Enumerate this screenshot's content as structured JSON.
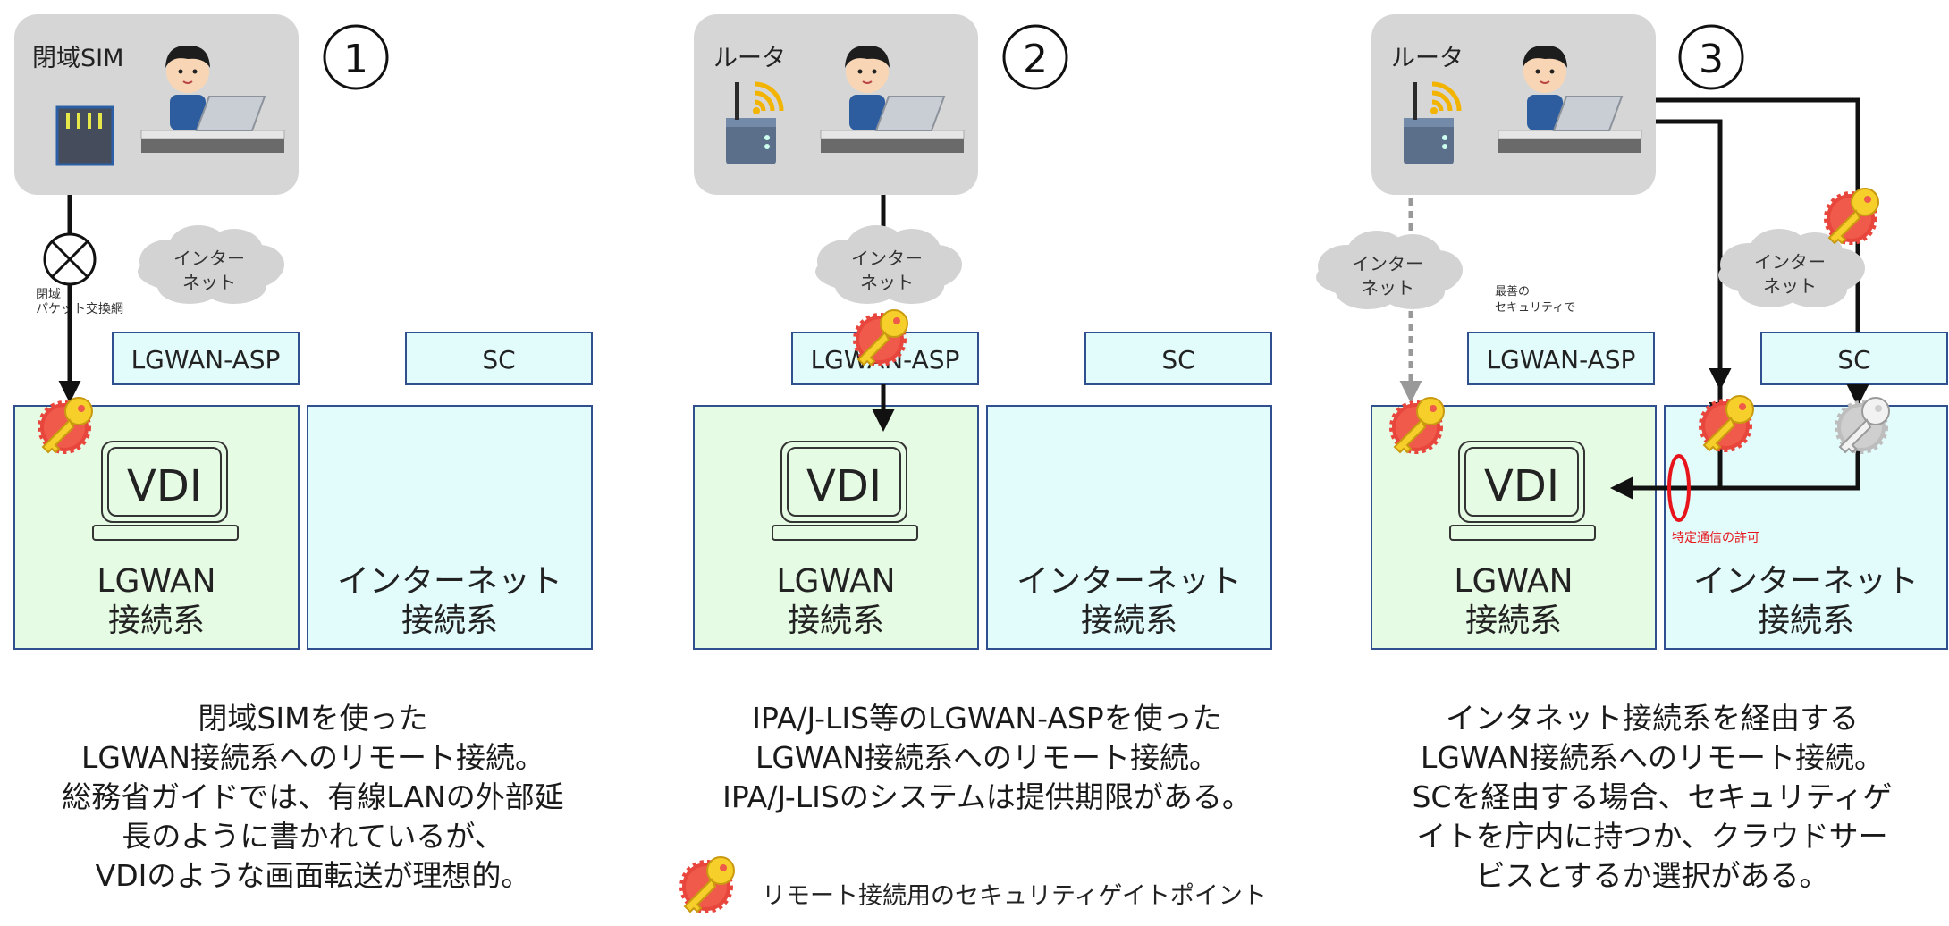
{
  "panel1": {
    "number": "①",
    "terminal_label": "閉域SIM",
    "closed_network_label": [
      "閉域",
      "パケット交換網"
    ],
    "internet": [
      "インター",
      "ネット"
    ],
    "asp": "LGWAN-ASP",
    "sc": "SC",
    "vdi": "VDI",
    "lgwan_zone": [
      "LGWAN",
      "接続系"
    ],
    "internet_zone": [
      "インターネット",
      "接続系"
    ],
    "caption": [
      "閉域SIMを使った",
      "LGWAN接続系へのリモート接続。",
      "総務省ガイドでは、有線LANの外部延",
      "長のように書かれているが、",
      "VDIのような画面転送が理想的。"
    ]
  },
  "panel2": {
    "number": "②",
    "terminal_label": "ルータ",
    "internet": [
      "インター",
      "ネット"
    ],
    "asp": "LGWAN-ASP",
    "sc": "SC",
    "vdi": "VDI",
    "lgwan_zone": [
      "LGWAN",
      "接続系"
    ],
    "internet_zone": [
      "インターネット",
      "接続系"
    ],
    "caption": [
      "IPA/J-LIS等のLGWAN-ASPを使った",
      "LGWAN接続系へのリモート接続。",
      "IPA/J-LISのシステムは提供期限がある。"
    ]
  },
  "panel3": {
    "number": "③",
    "terminal_label": "ルータ",
    "internet_left": [
      "インター",
      "ネット"
    ],
    "best_security_note": [
      "最善の",
      "セキュリティで"
    ],
    "internet_right": [
      "インター",
      "ネット"
    ],
    "asp": "LGWAN-ASP",
    "sc": "SC",
    "vdi": "VDI",
    "permit_label": "特定通信の許可",
    "lgwan_zone": [
      "LGWAN",
      "接続系"
    ],
    "internet_zone": [
      "インターネット",
      "接続系"
    ],
    "caption": [
      "インタネット接続系を経由する",
      "LGWAN接続系へのリモート接続。",
      "SCを経由する場合、セキュリティゲ",
      "イトを庁内に持つか、クラウドサー",
      "ビスとするか選択がある。"
    ]
  },
  "legend": {
    "label": "リモート接続用のセキュリティゲイトポイント",
    "icon": "security-gate-key-icon"
  },
  "colors": {
    "lgwan_fill": "#e6fbe3",
    "internet_fill": "#e2fcfc",
    "box_stroke": "#2f4f8f",
    "terminal_bg": "#d6d6d6",
    "permit_red": "#e8141b",
    "gear_red": "#e8463c",
    "key_yellow": "#f6cf2a"
  }
}
